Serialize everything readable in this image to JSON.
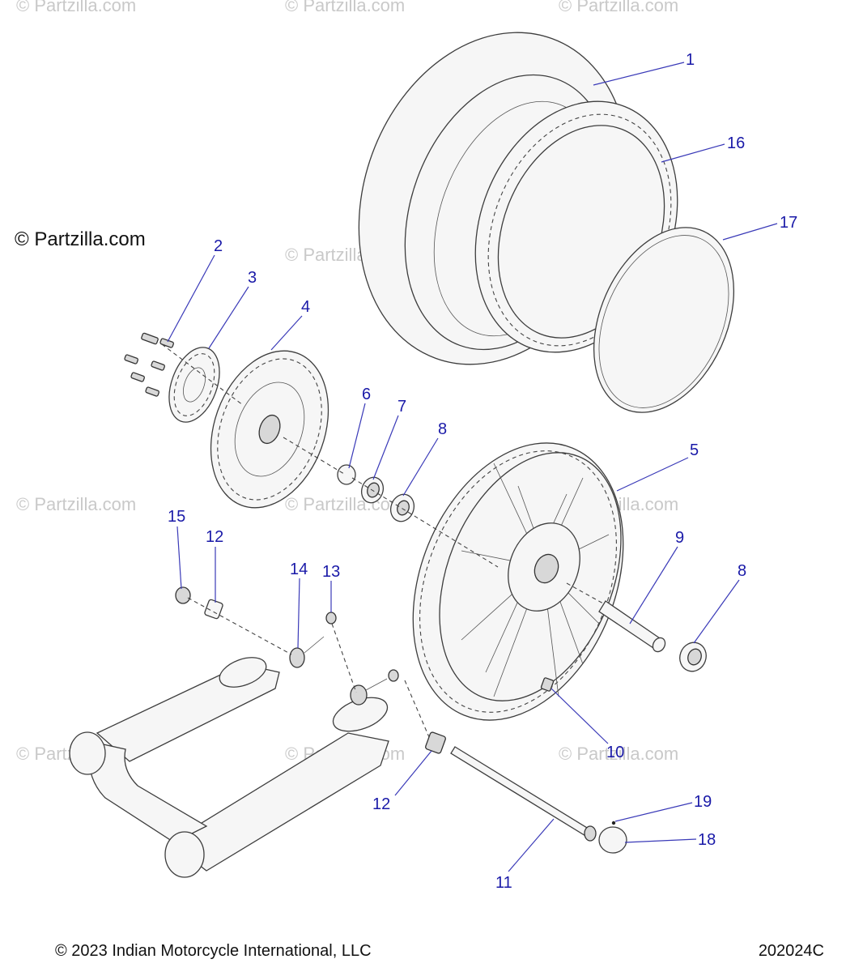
{
  "watermark": "© Partzilla.com",
  "copyright_mark": "© Partzilla.com",
  "footer": {
    "copyright": "© 2023 Indian Motorcycle International, LLC",
    "diagram_id": "202024C"
  },
  "callouts": [
    {
      "id": "c1",
      "label": "1"
    },
    {
      "id": "c16",
      "label": "16"
    },
    {
      "id": "c17",
      "label": "17"
    },
    {
      "id": "c2",
      "label": "2"
    },
    {
      "id": "c3",
      "label": "3"
    },
    {
      "id": "c4",
      "label": "4"
    },
    {
      "id": "c6",
      "label": "6"
    },
    {
      "id": "c7",
      "label": "7"
    },
    {
      "id": "c8a",
      "label": "8"
    },
    {
      "id": "c5",
      "label": "5"
    },
    {
      "id": "c9",
      "label": "9"
    },
    {
      "id": "c8b",
      "label": "8"
    },
    {
      "id": "c15",
      "label": "15"
    },
    {
      "id": "c12a",
      "label": "12"
    },
    {
      "id": "c14",
      "label": "14"
    },
    {
      "id": "c13",
      "label": "13"
    },
    {
      "id": "c10",
      "label": "10"
    },
    {
      "id": "c12b",
      "label": "12"
    },
    {
      "id": "c19",
      "label": "19"
    },
    {
      "id": "c18",
      "label": "18"
    },
    {
      "id": "c11",
      "label": "11"
    }
  ]
}
